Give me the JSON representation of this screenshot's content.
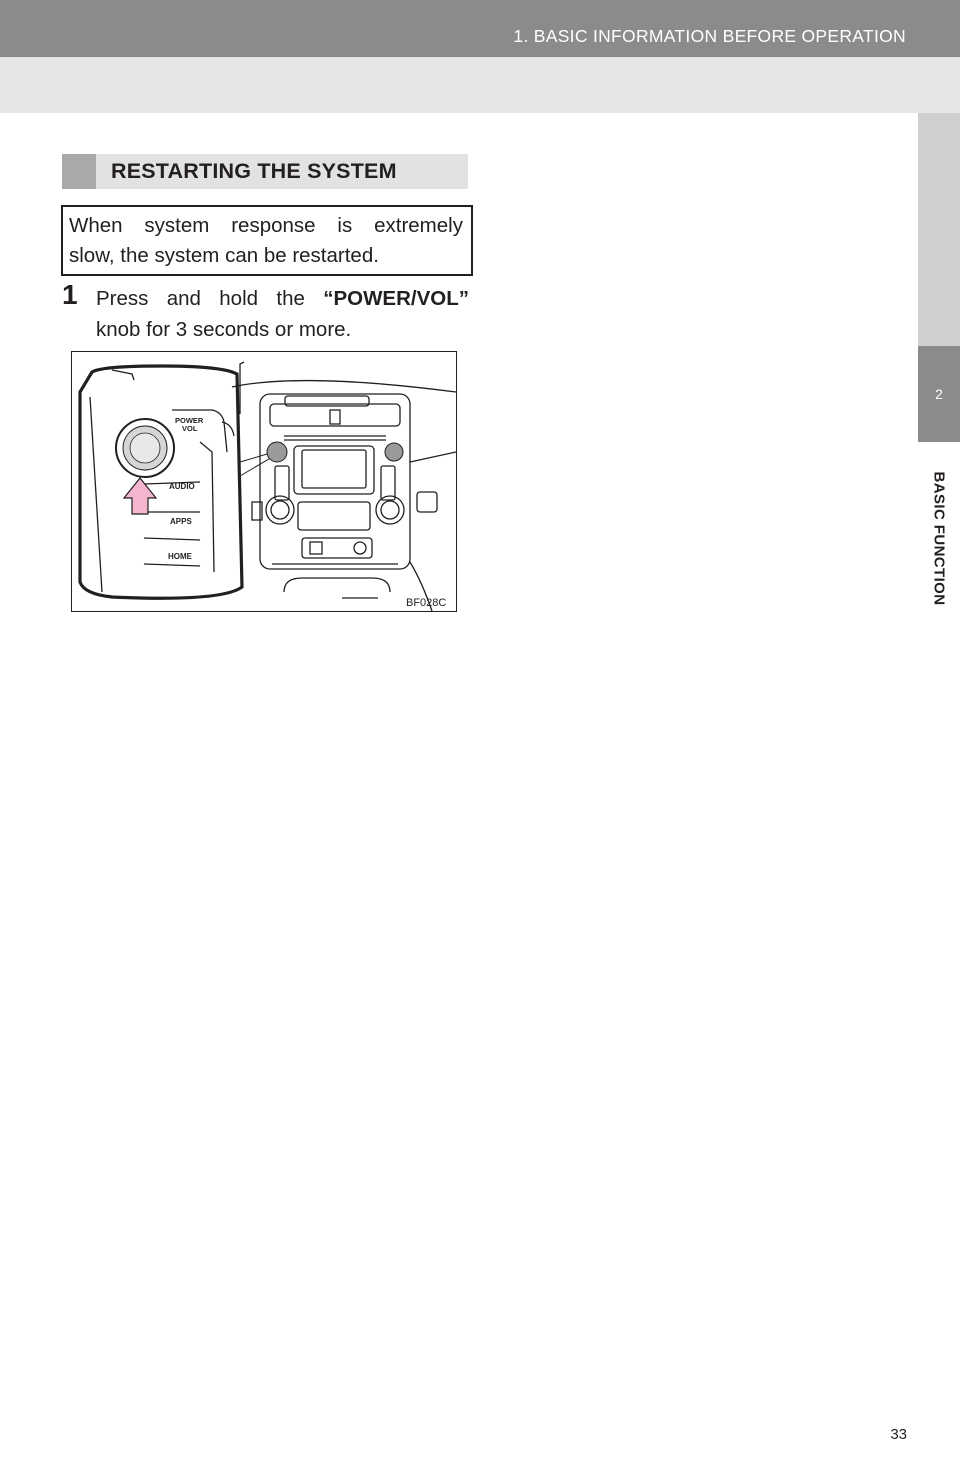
{
  "header": {
    "chapter_title": "1. BASIC INFORMATION BEFORE OPERATION"
  },
  "side_tab": {
    "chapter_number": "2",
    "chapter_label": "BASIC FUNCTION"
  },
  "section": {
    "heading": "RESTARTING THE SYSTEM",
    "intro_line1_words": [
      "When",
      "system",
      "response",
      "is",
      "extremely"
    ],
    "intro_line2": "slow, the system can be restarted."
  },
  "step1": {
    "number": "1",
    "row1_words": [
      "Press",
      "and",
      "hold",
      "the"
    ],
    "button_name": "“POWER/VOL”",
    "row2": "knob for 3 seconds or more."
  },
  "figure": {
    "knob_label_1": "POWER",
    "knob_label_2": "VOL",
    "button_audio": "AUDIO",
    "button_apps": "APPS",
    "button_home": "HOME",
    "figure_code": "BF028C",
    "arrow_color": "#f4b6cf"
  },
  "page_number": "33"
}
